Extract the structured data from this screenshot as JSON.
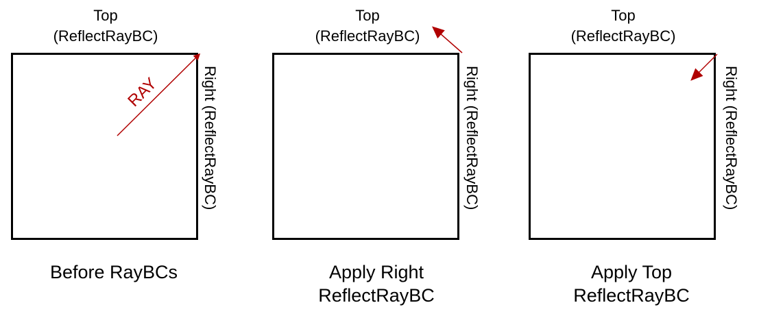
{
  "panels": [
    {
      "top_label_line1": "Top",
      "top_label_line2": "(ReflectRayBC)",
      "right_label": "Right (ReflectRayBC)",
      "caption_line1": "Before RayBCs",
      "caption_line2": "",
      "ray_label": "RAY"
    },
    {
      "top_label_line1": "Top",
      "top_label_line2": "(ReflectRayBC)",
      "right_label": "Right (ReflectRayBC)",
      "caption_line1": "Apply Right",
      "caption_line2": "ReflectRayBC"
    },
    {
      "top_label_line1": "Top",
      "top_label_line2": "(ReflectRayBC)",
      "right_label": "Right (ReflectRayBC)",
      "caption_line1": "Apply Top",
      "caption_line2": "ReflectRayBC"
    }
  ],
  "colors": {
    "ray": "#b00000",
    "border": "#000000"
  }
}
